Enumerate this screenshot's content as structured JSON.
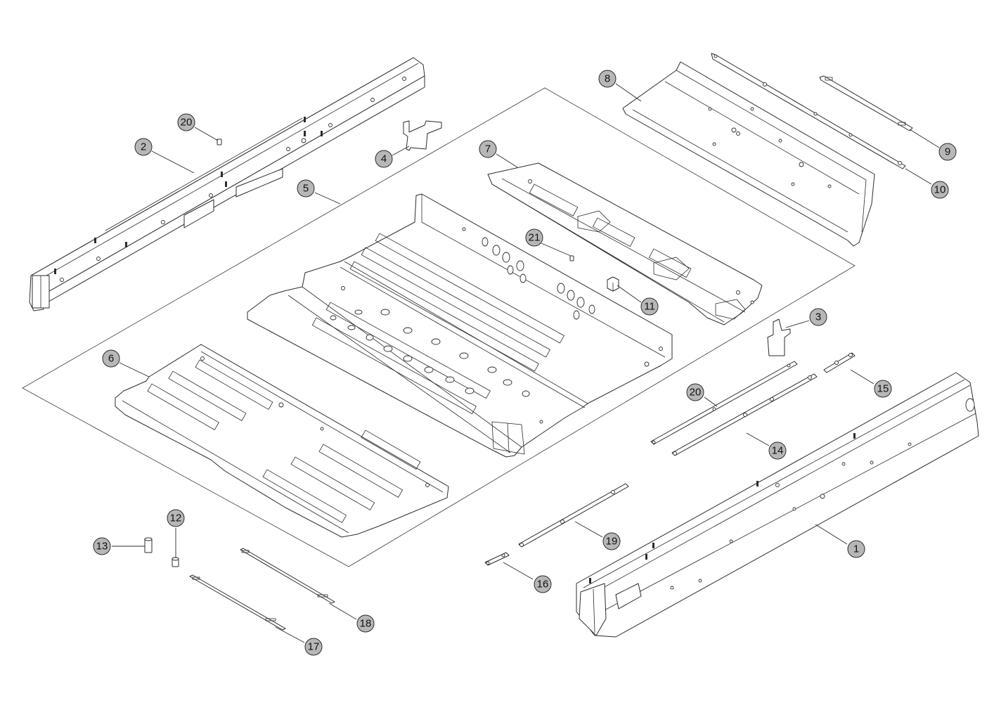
{
  "diagram": {
    "type": "exploded-parts-view",
    "callouts": [
      {
        "id": "c1",
        "label": "1"
      },
      {
        "id": "c2",
        "label": "2"
      },
      {
        "id": "c3",
        "label": "3"
      },
      {
        "id": "c4",
        "label": "4"
      },
      {
        "id": "c5",
        "label": "5"
      },
      {
        "id": "c6",
        "label": "6"
      },
      {
        "id": "c7",
        "label": "7"
      },
      {
        "id": "c8",
        "label": "8"
      },
      {
        "id": "c9",
        "label": "9"
      },
      {
        "id": "c10",
        "label": "10"
      },
      {
        "id": "c11",
        "label": "11"
      },
      {
        "id": "c12",
        "label": "12"
      },
      {
        "id": "c13",
        "label": "13"
      },
      {
        "id": "c14",
        "label": "14"
      },
      {
        "id": "c15",
        "label": "15"
      },
      {
        "id": "c16",
        "label": "16"
      },
      {
        "id": "c17",
        "label": "17"
      },
      {
        "id": "c18",
        "label": "18"
      },
      {
        "id": "c19",
        "label": "19"
      },
      {
        "id": "c20a",
        "label": "20"
      },
      {
        "id": "c20b",
        "label": "20"
      },
      {
        "id": "c21",
        "label": "21"
      }
    ],
    "colors": {
      "line": "#2b2b2b",
      "callout_fill": "#b7b7b7",
      "background": "#ffffff"
    }
  }
}
